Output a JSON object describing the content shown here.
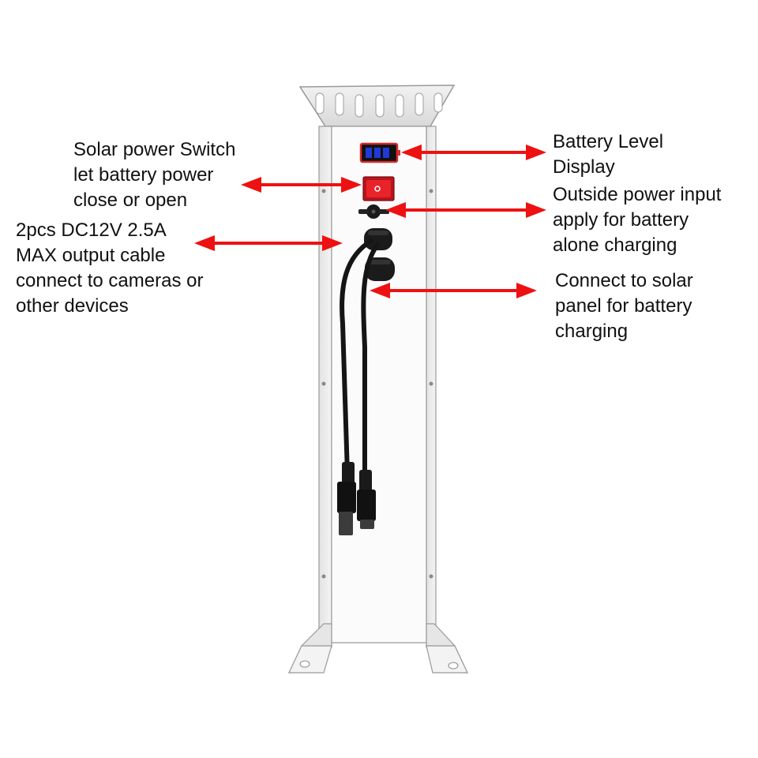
{
  "colors": {
    "arrow": "#ee1111",
    "housing": "#ececec",
    "housing_edge": "#9a9a9a",
    "panel_face": "#ffffff",
    "cable": "#151515",
    "switch_red": "#e8232a",
    "battery_blue": "#1f3ad6",
    "battery_frame": "#d42a2a"
  },
  "annotations": {
    "solar_switch": {
      "lines": [
        "Solar power Switch",
        "let battery power",
        "close or open"
      ]
    },
    "output_cable": {
      "lines": [
        "2pcs DC12V 2.5A",
        "MAX output cable",
        "connect to cameras or",
        "other devices"
      ]
    },
    "battery_level": {
      "lines": [
        "Battery Level",
        "Display"
      ]
    },
    "outside_power": {
      "lines": [
        "Outside power input",
        "apply for battery",
        "alone charging"
      ]
    },
    "solar_panel": {
      "lines": [
        "Connect to solar",
        "panel for battery",
        "charging"
      ]
    }
  },
  "icons": [
    "battery-level-icon",
    "power-switch-icon",
    "dc-input-port-icon",
    "cable-gland-icon",
    "dc-plug-icon",
    "arrow-icon"
  ]
}
